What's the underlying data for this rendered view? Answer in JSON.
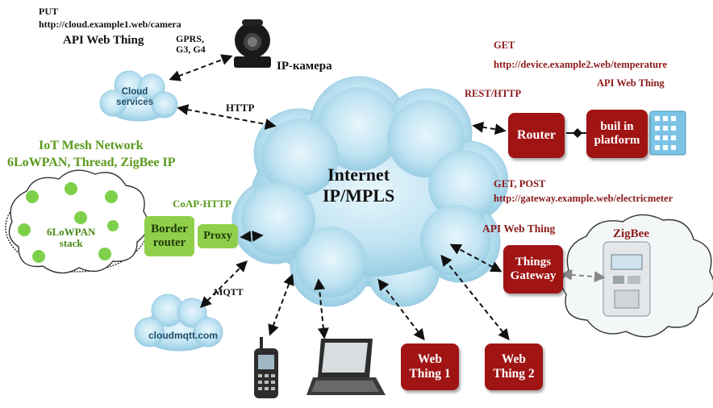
{
  "camera": {
    "method": "PUT",
    "url": "http://cloud.example1.web/camera",
    "api": "API Web Thing",
    "link": "GPRS,\nG3, G4",
    "label": "IP-камера"
  },
  "cloud_services": "Cloud\nservices",
  "http": "HTTP",
  "internet": "Internet\nIP/MPLS",
  "mesh": {
    "title1": "IoT Mesh Network",
    "title2": "6LoWPAN, Thread, ZigBee IP",
    "stack": "6LoWPAN\nstack",
    "coap": "CoAP-HTTP",
    "border_router": "Border\nrouter",
    "proxy": "Proxy"
  },
  "mqtt": {
    "label": "MQTT",
    "cloud": "cloudmqtt.com"
  },
  "router_group": {
    "method": "GET",
    "url": "http://device.example2.web/temperature",
    "api": "API Web Thing",
    "protocol": "REST/HTTP",
    "router": "Router",
    "platform": "buil in\nplatform"
  },
  "gateway_group": {
    "method": "GET, POST",
    "url": "http://gateway.example.web/electricmeter",
    "api": "API Web Thing",
    "zigbee": "ZigBee",
    "gateway": "Things\nGateway"
  },
  "web_thing_1": "Web\nThing 1",
  "web_thing_2": "Web\nThing 2",
  "colors": {
    "red_box": "#a01414",
    "green": "#8fcf4a",
    "cloud": "#bfe3f2",
    "label_red": "#8b1a1a",
    "label_green": "#5a9a1c"
  }
}
